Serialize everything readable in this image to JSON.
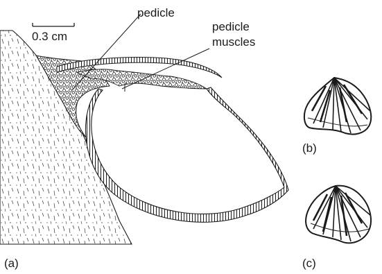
{
  "figure": {
    "scale_bar": "0.3 cm",
    "labels": {
      "pedicle": "pedicle",
      "pedicle_muscles_line1": "pedicle",
      "pedicle_muscles_line2": "muscles"
    },
    "panels": {
      "a": "(a)",
      "b": "(b)",
      "c": "(c)"
    }
  }
}
